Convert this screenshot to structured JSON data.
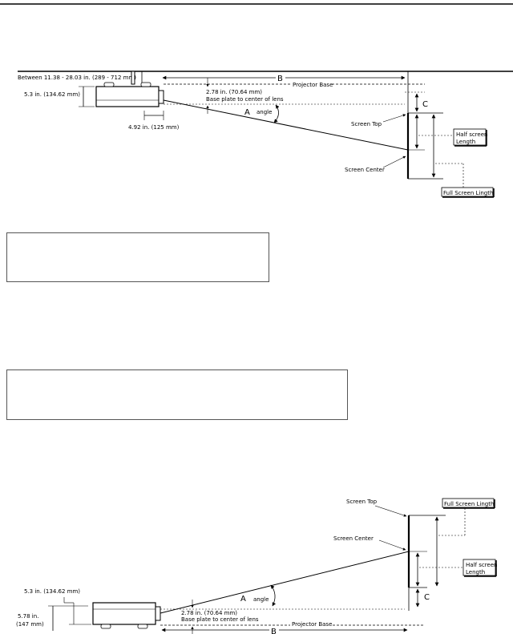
{
  "ceiling_diagram": {
    "between_label": "Between 11.38 - 28.03 in. (289 - 712 mm)",
    "height_label": "5.3 in. (134.62 mm)",
    "width_label": "4.92 in. (125 mm)",
    "lens_offset_line1": "2.78 in. (70.64 mm)",
    "lens_offset_line2": "Base plate to center of lens",
    "letter_a": "A",
    "angle_label": "angle",
    "letter_b": "B",
    "projector_base": "Projector Base",
    "letter_c": "C",
    "screen_top": "Screen Top",
    "screen_center": "Screen Center",
    "half_screen_line1": "Half screen",
    "half_screen_line2": "Length",
    "full_screen": "Full Screen Lingth"
  },
  "table_diagram": {
    "screen_top": "Screen Top",
    "screen_center": "Screen Center",
    "full_screen": "Full Screen Lingth",
    "half_screen_line1": "Half screen",
    "half_screen_line2": "Length",
    "height_small_label": "5.3 in. (134.62 mm)",
    "height_large_line1": "5.78 in.",
    "height_large_line2": "(147 mm)",
    "letter_a": "A",
    "angle_label": "angle",
    "letter_c": "C",
    "lens_offset_line1": "2.78 in. (70.64 mm)",
    "lens_offset_line2": "Base plate to center of lens",
    "projector_base": "Projector Base",
    "letter_b": "B"
  }
}
